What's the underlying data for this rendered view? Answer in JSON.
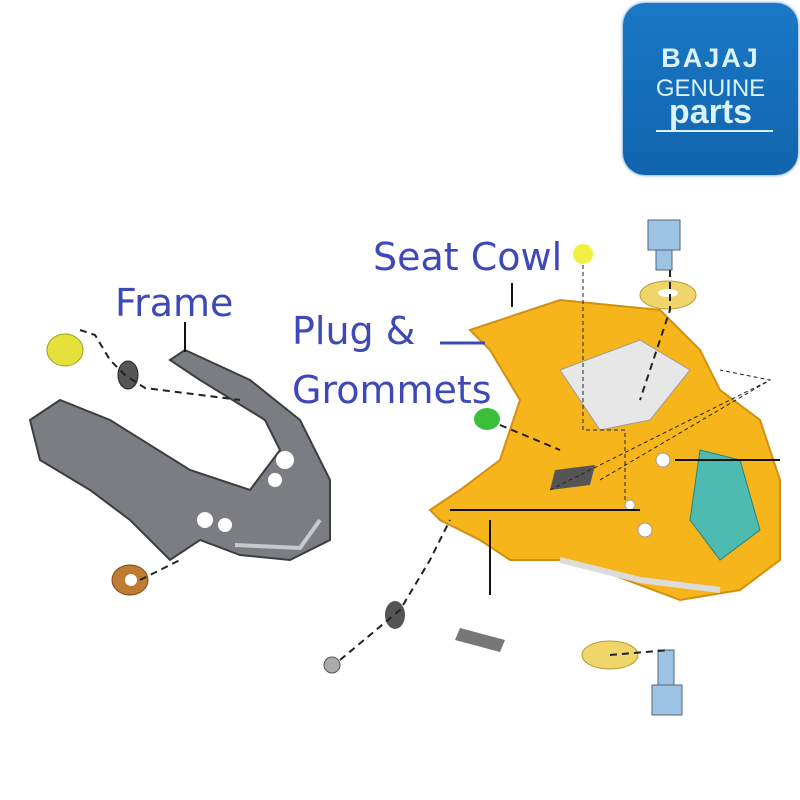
{
  "logo": {
    "brand": "BAJAJ",
    "line1": "GENUINE",
    "line2": "parts",
    "color": "#1a72bd"
  },
  "labels": {
    "seat_cowl": "Seat Cowl",
    "frame": "Frame",
    "plug_line1": "Plug &",
    "plug_line2": "Grommets"
  },
  "colors": {
    "label": "#3d49b8",
    "cowl": "#f7b51c",
    "frame": "#6f7176",
    "washer": "#f0d66a"
  }
}
